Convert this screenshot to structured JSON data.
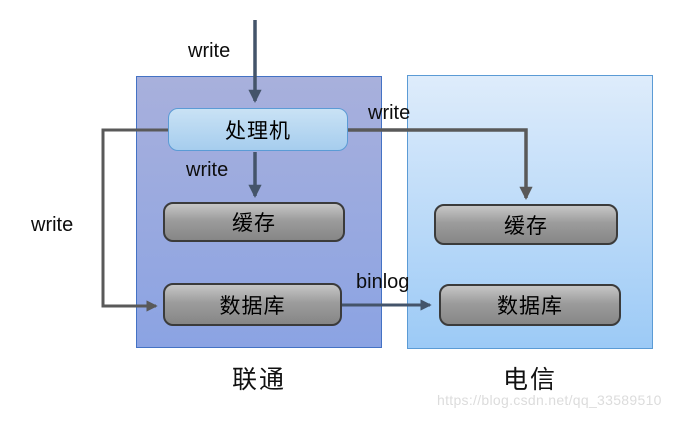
{
  "diagram": {
    "regions": [
      {
        "id": "unicom",
        "label": "联通",
        "nodes": [
          {
            "id": "processor",
            "label": "处理机"
          },
          {
            "id": "cache",
            "label": "缓存"
          },
          {
            "id": "database",
            "label": "数据库"
          }
        ]
      },
      {
        "id": "telecom",
        "label": "电信",
        "nodes": [
          {
            "id": "cache",
            "label": "缓存"
          },
          {
            "id": "database",
            "label": "数据库"
          }
        ]
      }
    ],
    "edges": [
      {
        "id": "client-to-processor",
        "label": "write"
      },
      {
        "id": "processor-to-cache",
        "label": "write"
      },
      {
        "id": "processor-to-remote-cache",
        "label": "write"
      },
      {
        "id": "processor-to-database",
        "label": "write"
      },
      {
        "id": "database-to-remote-database",
        "label": "binlog"
      }
    ]
  },
  "watermark": "https://blog.csdn.net/qq_33589510",
  "colors": {
    "region-left-top": "#a8b0dc",
    "region-left-bottom": "#8ba3e3",
    "region-left-border": "#4472c4",
    "region-right-top": "#deecfb",
    "region-right-bottom": "#9ccaf6",
    "region-right-border": "#5b9bd5",
    "processor-top": "#c9e2f5",
    "processor-bottom": "#a6cdee",
    "processor-border": "#5b9bd5",
    "node-gray-top": "#c6c6c6",
    "node-gray-bottom": "#868686",
    "node-gray-border": "#3b3b3b",
    "arrow-slate": "#44546a",
    "arrow-gray": "#595959",
    "label-text": "#0d0d0d",
    "watermark-text": "#dcdcdc"
  }
}
